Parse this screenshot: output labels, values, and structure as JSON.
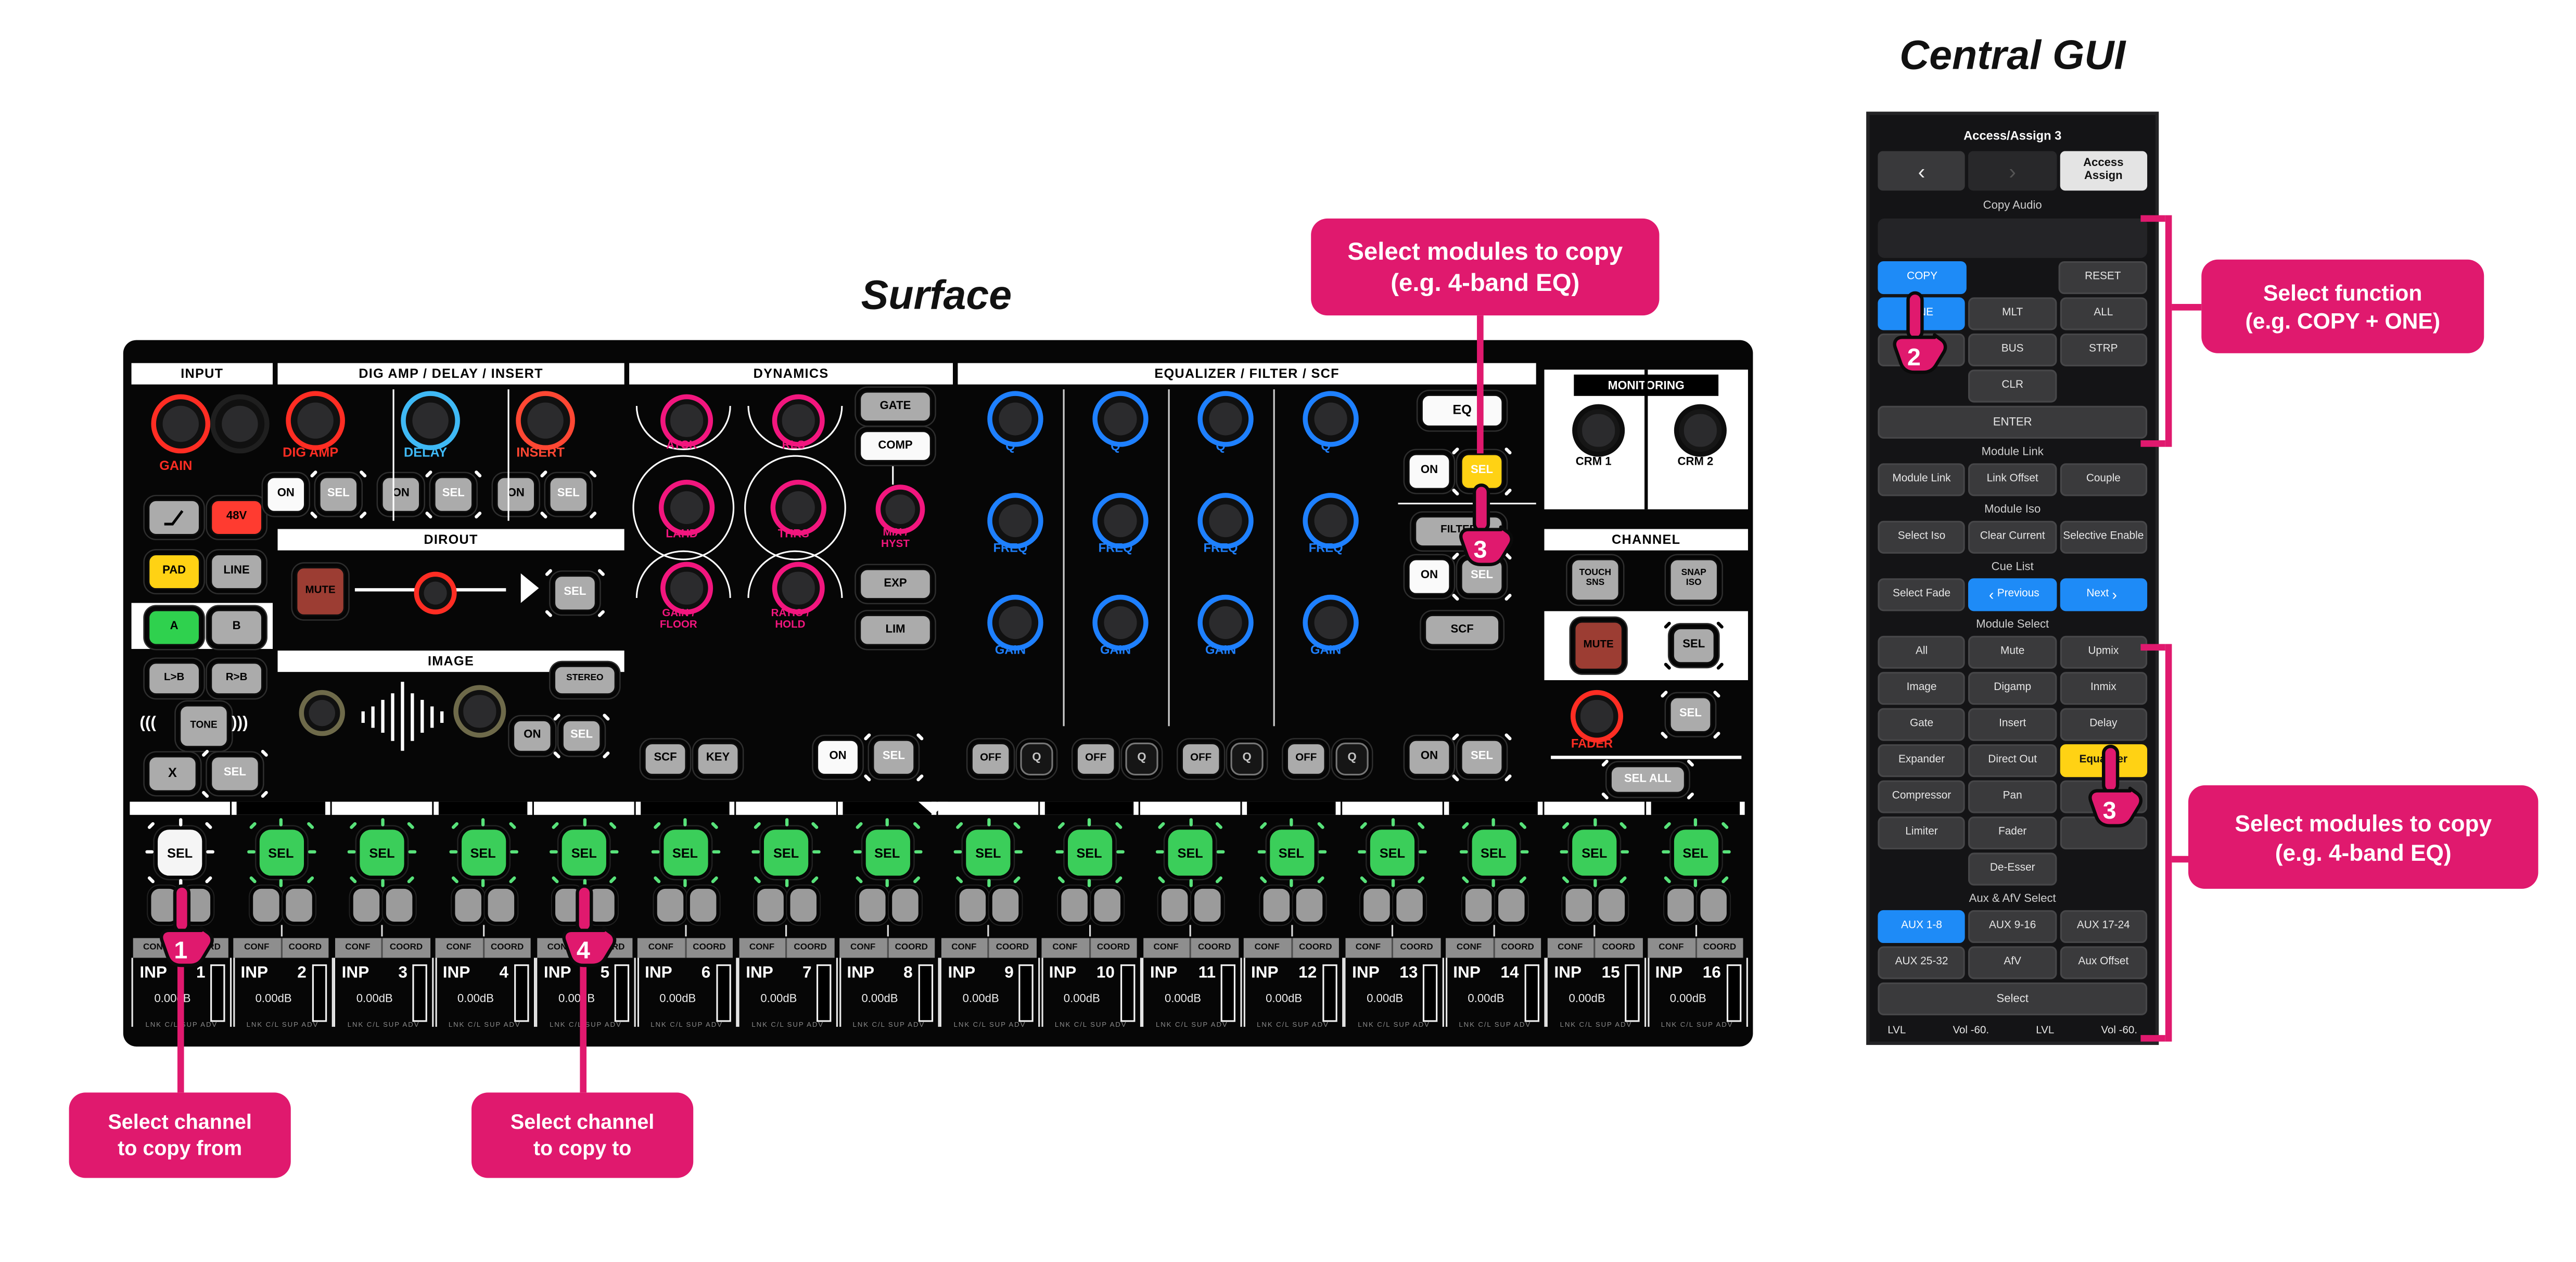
{
  "titles": {
    "surface": "Surface",
    "central_gui": "Central GUI"
  },
  "colors": {
    "accent_pink": "#E0196E",
    "accent_blue": "#1E8BF7",
    "accent_yellow": "#FFD214",
    "sel_green": "#3BCE5A",
    "red": "#FF2D23",
    "cyan": "#3FB9F5",
    "maroon": "#9C3D33"
  },
  "callouts": {
    "modules_top": {
      "line1": "Select modules to copy",
      "line2": "(e.g. 4-band EQ)"
    },
    "function_right": {
      "line1": "Select function",
      "line2": "(e.g. COPY + ONE)"
    },
    "modules_right": {
      "line1": "Select modules to copy",
      "line2": "(e.g. 4-band EQ)"
    },
    "channel_from": {
      "line1": "Select channel",
      "line2": "to copy from"
    },
    "channel_to": {
      "line1": "Select channel",
      "line2": "to copy to"
    }
  },
  "hands": [
    {
      "id": "hand-1",
      "n": "1"
    },
    {
      "id": "hand-2",
      "n": "2"
    },
    {
      "id": "hand-3-surface",
      "n": "3"
    },
    {
      "id": "hand-4",
      "n": "4"
    },
    {
      "id": "hand-3-gui",
      "n": "3"
    }
  ],
  "surface": {
    "input": {
      "title": "INPUT",
      "gain": "GAIN",
      "v48": "48V",
      "pad": "PAD",
      "line": "LINE",
      "a": "A",
      "b": "B",
      "ltb": "L>B",
      "rtb": "R>B",
      "tone": "TONE",
      "arcs_left": "(((",
      "arcs_right": ")))",
      "x": "X",
      "sel": "SEL"
    },
    "dig": {
      "title": "DIG AMP / DELAY / INSERT",
      "on": "ON",
      "sel": "SEL",
      "cols": [
        {
          "label": "DIG AMP",
          "ring": "#FF2D23",
          "on_lit": true
        },
        {
          "label": "DELAY",
          "ring": "#3FB9F5",
          "on_lit": false
        },
        {
          "label": "INSERT",
          "ring": "#FF4733",
          "on_lit": false
        }
      ]
    },
    "dirout": {
      "title": "DIROUT",
      "mute": "MUTE",
      "sel": "SEL"
    },
    "image": {
      "title": "IMAGE",
      "stereo": "STEREO",
      "on": "ON",
      "sel": "SEL"
    },
    "dynamics": {
      "title": "DYNAMICS",
      "atck": "ATCK",
      "rls": "RLS",
      "gate": "GATE",
      "comp": "COMP",
      "lahd": "LAHD",
      "thrs": "THRS",
      "mix1": "MIX /",
      "mix2": "HYST",
      "gf1": "GAIN /",
      "gf2": "FLOOR",
      "rh1": "RATIO /",
      "rh2": "HOLD",
      "exp": "EXP",
      "lim": "LIM",
      "scf": "SCF",
      "key": "KEY",
      "on": "ON",
      "sel": "SEL"
    },
    "eq": {
      "title": "EQUALIZER / FILTER / SCF",
      "bands": 4,
      "q": "Q",
      "freq": "FREQ",
      "gain": "GAIN",
      "eq_btn": "EQ",
      "filter_btn": "FILTER",
      "scf_btn": "SCF",
      "on": "ON",
      "sel": "SEL",
      "off": "OFF",
      "qsmall": "Q"
    },
    "monitoring": {
      "title": "MONITORING",
      "crm1": "CRM 1",
      "crm2": "CRM 2"
    },
    "channel": {
      "title": "CHANNEL",
      "touch1": "TOUCH",
      "touch2": "SNS",
      "snap1": "SNAP",
      "snap2": "ISO",
      "mute": "MUTE",
      "sel": "SEL",
      "fader": "FADER",
      "sel_all": "SEL ALL"
    },
    "strips": {
      "conf": "CONF",
      "coord": "COORD",
      "inp": "INP",
      "db": "0.00dB",
      "footer": "LNK C/L SUP ADV",
      "sel": "SEL",
      "channels": [
        {
          "num": "1",
          "sel": "white"
        },
        {
          "num": "2",
          "sel": "green"
        },
        {
          "num": "3",
          "sel": "green"
        },
        {
          "num": "4",
          "sel": "green"
        },
        {
          "num": "5",
          "sel": "green"
        },
        {
          "num": "6",
          "sel": "green"
        },
        {
          "num": "7",
          "sel": "green"
        },
        {
          "num": "8",
          "sel": "green"
        },
        {
          "num": "9",
          "sel": "green"
        },
        {
          "num": "10",
          "sel": "green"
        },
        {
          "num": "11",
          "sel": "green"
        },
        {
          "num": "12",
          "sel": "green"
        },
        {
          "num": "13",
          "sel": "green"
        },
        {
          "num": "14",
          "sel": "green"
        },
        {
          "num": "15",
          "sel": "green"
        },
        {
          "num": "16",
          "sel": "green"
        }
      ]
    }
  },
  "gui": {
    "header": "Access/Assign 3",
    "nav_prev": "‹",
    "nav_next": "›",
    "access_assign_1": "Access",
    "access_assign_2": "Assign",
    "chev_left": "‹",
    "chev_right": "›",
    "sections": [
      {
        "label": "Copy Audio",
        "display": true,
        "rows": [
          [
            {
              "t": "COPY",
              "s": "blue"
            },
            {
              "t": "",
              "s": "none"
            },
            {
              "t": "RESET",
              "s": "dark"
            }
          ],
          [
            {
              "t": "ONE",
              "s": "blue"
            },
            {
              "t": "MLT",
              "s": "dark"
            },
            {
              "t": "ALL",
              "s": "dark"
            }
          ],
          [
            {
              "t": "",
              "s": "dark"
            },
            {
              "t": "BUS",
              "s": "dark"
            },
            {
              "t": "STRP",
              "s": "dark"
            }
          ],
          [
            {
              "t": "",
              "s": "none"
            },
            {
              "t": "CLR",
              "s": "dark"
            },
            {
              "t": "",
              "s": "none"
            }
          ]
        ],
        "wide": "ENTER"
      },
      {
        "label": "Module Link",
        "rows": [
          [
            {
              "t": "Module Link",
              "s": "dark"
            },
            {
              "t": "Link Offset",
              "s": "dark"
            },
            {
              "t": "Couple",
              "s": "dark"
            }
          ]
        ]
      },
      {
        "label": "Module Iso",
        "rows": [
          [
            {
              "t": "Select Iso",
              "s": "dark"
            },
            {
              "t": "Clear Current",
              "s": "dark"
            },
            {
              "t": "Selective Enable",
              "s": "dark"
            }
          ]
        ]
      },
      {
        "label": "Cue List",
        "rows": [
          [
            {
              "t": "Select Fade",
              "s": "dark"
            },
            {
              "t": "Previous",
              "s": "blue",
              "chev": "left"
            },
            {
              "t": "Next",
              "s": "blue",
              "chev": "right"
            }
          ]
        ]
      },
      {
        "label": "Module Select",
        "rows": [
          [
            {
              "t": "All",
              "s": "dark"
            },
            {
              "t": "Mute",
              "s": "dark"
            },
            {
              "t": "Upmix",
              "s": "dark"
            }
          ],
          [
            {
              "t": "Image",
              "s": "dark"
            },
            {
              "t": "Digamp",
              "s": "dark"
            },
            {
              "t": "Inmix",
              "s": "dark"
            }
          ],
          [
            {
              "t": "Gate",
              "s": "dark"
            },
            {
              "t": "Insert",
              "s": "dark"
            },
            {
              "t": "Delay",
              "s": "dark"
            }
          ],
          [
            {
              "t": "Expander",
              "s": "dark"
            },
            {
              "t": "Direct Out",
              "s": "dark"
            },
            {
              "t": "Equalizer",
              "s": "yellow"
            }
          ],
          [
            {
              "t": "Compressor",
              "s": "dark"
            },
            {
              "t": "Pan",
              "s": "dark"
            },
            {
              "t": "Filter",
              "s": "dark"
            }
          ],
          [
            {
              "t": "Limiter",
              "s": "dark"
            },
            {
              "t": "Fader",
              "s": "dark"
            },
            {
              "t": "",
              "s": "dark"
            }
          ],
          [
            {
              "t": "",
              "s": "none"
            },
            {
              "t": "De-Esser",
              "s": "dark"
            },
            {
              "t": "",
              "s": "none"
            }
          ]
        ]
      },
      {
        "label": "Aux & AfV Select",
        "rows": [
          [
            {
              "t": "AUX 1-8",
              "s": "blue"
            },
            {
              "t": "AUX 9-16",
              "s": "dark"
            },
            {
              "t": "AUX 17-24",
              "s": "dark"
            }
          ],
          [
            {
              "t": "AUX 25-32",
              "s": "dark"
            },
            {
              "t": "AfV",
              "s": "dark"
            },
            {
              "t": "Aux Offset",
              "s": "dark"
            }
          ]
        ],
        "wide": "Select"
      }
    ],
    "footer": [
      "LVL",
      "Vol -60.",
      "LVL",
      "Vol -60."
    ]
  }
}
